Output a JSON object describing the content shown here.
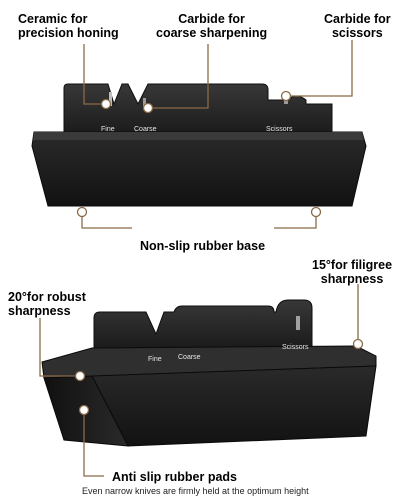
{
  "callouts": {
    "ceramic": [
      "Ceramic for",
      "precision honing"
    ],
    "carbide_coarse": [
      "Carbide for",
      "coarse sharpening"
    ],
    "carbide_scissors": [
      "Carbide for",
      "scissors"
    ],
    "base": "Non-slip rubber base",
    "angle_robust": [
      "20°for robust",
      "sharpness"
    ],
    "angle_filigree": [
      "15°for filigree",
      "sharpness"
    ],
    "pads": "Anti slip rubber pads",
    "pads_note": "Even narrow knives are firmly held at the optimum height"
  },
  "slot_labels": {
    "top_fine": "Fine",
    "top_coarse": "Coarse",
    "top_scissors": "Scissors",
    "bottom_fine": "Fine",
    "bottom_coarse": "Coarse",
    "bottom_scissors": "Scissors"
  },
  "colors": {
    "accent_line": "#8a6a48",
    "body_dark": "#1b1b1b"
  }
}
